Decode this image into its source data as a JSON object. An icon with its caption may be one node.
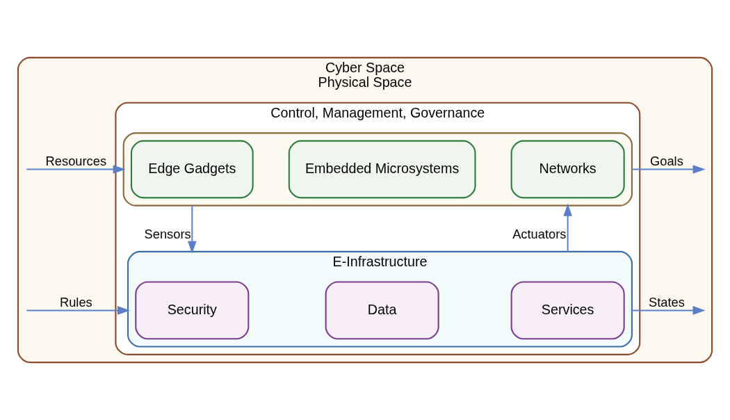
{
  "diagram": {
    "nodes": [
      {
        "text": [
          "Cyber Space",
          "Physical Space"
        ]
      },
      {
        "text": [
          "Control, Management, Governance"
        ],
        "in": 0
      },
      {
        "text": [
          "E-Infrastructure"
        ],
        "in": 1
      },
      {
        "text": [
          "Security"
        ],
        "in": 2
      },
      {
        "text": [
          "Data"
        ],
        "in": 2
      },
      {
        "text": [
          "Services"
        ],
        "in": 2
      },
      {
        "text": [],
        "shape": "box",
        "in": 1
      },
      {
        "text": [
          "Edge Gadgets"
        ],
        "in": 6
      },
      {
        "text": [
          "Embedded Microsystems"
        ],
        "in": 6
      },
      {
        "text": [
          "Networks"
        ],
        "in": 6
      }
    ],
    "edges": [
      {
        "from": null,
        "to": 2,
        "arrow": "to",
        "label": "Rules"
      },
      {
        "from": 2,
        "to": null,
        "arrow": "to",
        "label": "States"
      },
      {
        "from": 6,
        "to": 2,
        "arrow": "to",
        "label": "Sensors"
      },
      {
        "from": 2,
        "to": 6,
        "arrow": "to",
        "label": "Actuators"
      },
      {
        "from": null,
        "to": 6,
        "arrow": "to",
        "label": "Resources"
      },
      {
        "from": 6,
        "to": null,
        "arrow": "to",
        "label": "Goals"
      }
    ]
  }
}
